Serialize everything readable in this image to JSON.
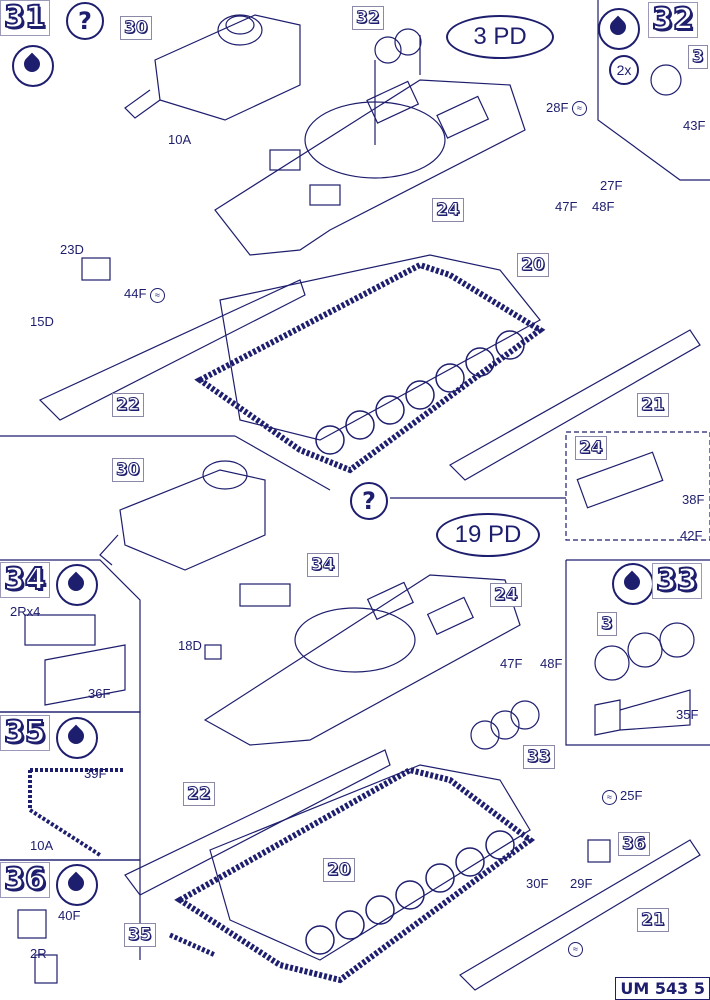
{
  "upper": {
    "step": "31",
    "question_icon": "?",
    "icon": "paint-drop-icon",
    "variant": "3 PD",
    "parts": [
      "30",
      "32",
      "24",
      "20",
      "22",
      "21"
    ],
    "labels": [
      "10A",
      "28F",
      "27F",
      "47F",
      "48F",
      "23D",
      "44F",
      "15D"
    ]
  },
  "inset32": {
    "step": "32",
    "qty": "2x",
    "part": "3",
    "label": "43F"
  },
  "lower": {
    "question_icon": "?",
    "variant": "19 PD",
    "parts": [
      "30",
      "34",
      "24",
      "33",
      "22",
      "20",
      "35",
      "36",
      "21"
    ],
    "labels": [
      "18D",
      "47F",
      "48F",
      "25F",
      "30F",
      "29F"
    ]
  },
  "detail24": {
    "part": "24",
    "labels": [
      "38F",
      "42F"
    ]
  },
  "step33": {
    "step": "33",
    "part": "3",
    "label": "35F"
  },
  "step34": {
    "step": "34",
    "qty": "2Rx4",
    "label": "36F"
  },
  "step35": {
    "step": "35",
    "label1": "39F",
    "label2": "10A"
  },
  "step36": {
    "step": "36",
    "label1": "40F",
    "label2": "2R"
  },
  "footer": {
    "code": "UM 543",
    "page": "5"
  },
  "glue_symbol": "≈"
}
